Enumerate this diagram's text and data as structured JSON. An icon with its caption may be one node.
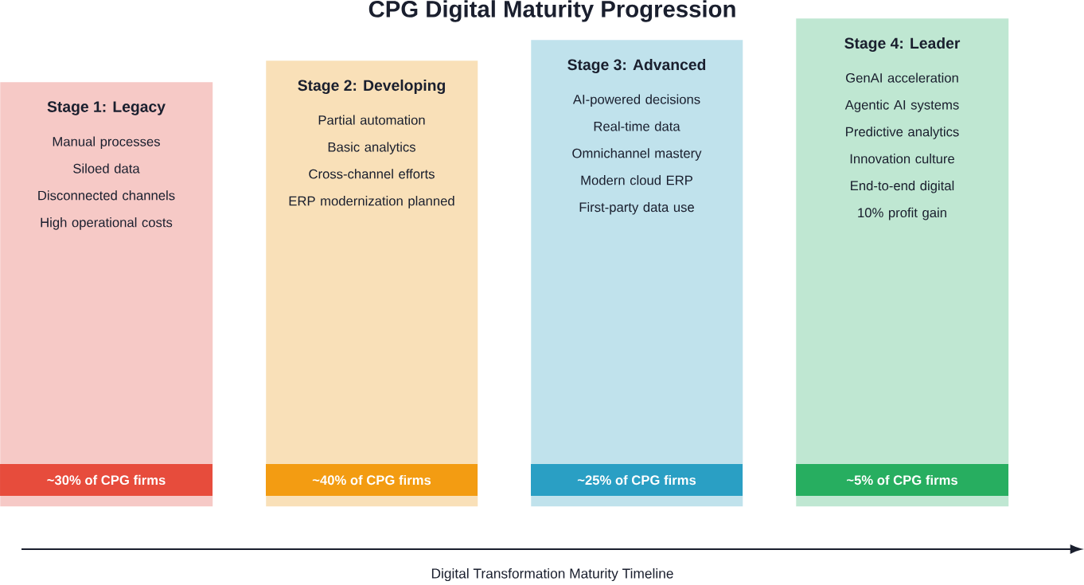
{
  "diagram": {
    "title": "CPG Digital Maturity Progression",
    "nodes": [
      {
        "text": [
          "Stage 1: Legacy",
          "Manual processes",
          "Siloed data",
          "Disconnected channels",
          "High operational costs"
        ]
      },
      {
        "text": [
          "~30% of CPG firms"
        ],
        "in": 0
      },
      {
        "text": [
          "Stage 2: Developing",
          "Partial automation",
          "Basic analytics",
          "Cross-channel efforts",
          "ERP modernization planned"
        ]
      },
      {
        "text": [
          "~40% of CPG firms"
        ],
        "in": 2
      },
      {
        "text": [
          "Stage 3: Advanced",
          "AI-powered decisions",
          "Real-time data",
          "Omnichannel mastery",
          "Modern cloud ERP",
          "First-party data use"
        ]
      },
      {
        "text": [
          "~25% of CPG firms"
        ],
        "in": 4
      },
      {
        "text": [
          "Stage 4: Leader",
          "GenAI acceleration",
          "Agentic AI systems",
          "Predictive analytics",
          "Innovation culture",
          "End-to-end digital",
          "10% profit gain"
        ]
      },
      {
        "text": [
          "~5% of CPG firms"
        ],
        "in": 6
      }
    ],
    "labels": [
      "Digital Transformation Maturity Timeline"
    ]
  }
}
